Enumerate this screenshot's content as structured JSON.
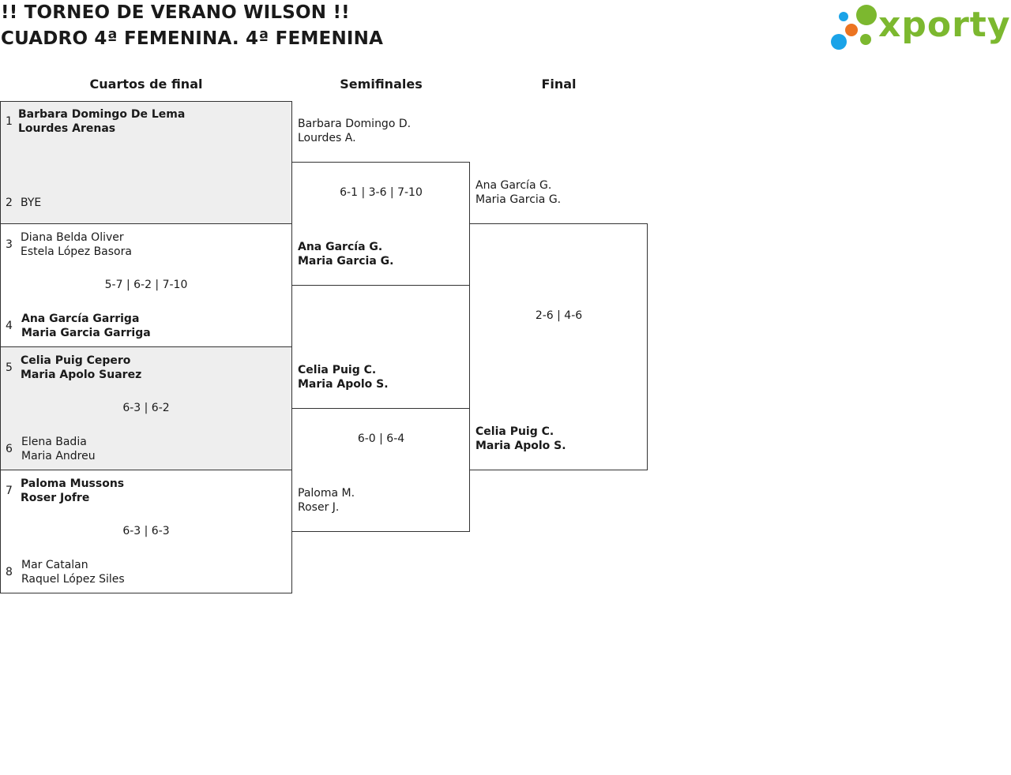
{
  "header": {
    "title_line1": "!! TORNEO DE VERANO WILSON !!",
    "title_line2": "CUADRO 4ª FEMENINA. 4ª FEMENINA"
  },
  "logo": {
    "text": "xporty",
    "colors": {
      "text": "#7cb82f",
      "dot_blue": "#1aa3e8",
      "dot_orange": "#ec7421",
      "dot_green": "#7cb82f"
    }
  },
  "rounds": [
    "Cuartos de final",
    "Semifinales",
    "Final"
  ],
  "quarterfinals": [
    {
      "slots": [
        {
          "seed": "1",
          "players": [
            "Barbara Domingo De Lema",
            "Lourdes Arenas"
          ],
          "winner": true
        },
        {
          "seed": "2",
          "players": [
            "BYE"
          ],
          "winner": false
        }
      ],
      "score": "",
      "shaded": true
    },
    {
      "slots": [
        {
          "seed": "3",
          "players": [
            "Diana Belda Oliver",
            "Estela López Basora"
          ],
          "winner": false
        },
        {
          "seed": "4",
          "players": [
            "Ana García Garriga",
            "Maria Garcia Garriga"
          ],
          "winner": true
        }
      ],
      "score": "5-7 | 6-2 | 7-10",
      "shaded": false
    },
    {
      "slots": [
        {
          "seed": "5",
          "players": [
            "Celia Puig Cepero",
            "Maria Apolo Suarez"
          ],
          "winner": true
        },
        {
          "seed": "6",
          "players": [
            "Elena Badia",
            "Maria Andreu"
          ],
          "winner": false
        }
      ],
      "score": "6-3 | 6-2",
      "shaded": true
    },
    {
      "slots": [
        {
          "seed": "7",
          "players": [
            "Paloma Mussons",
            "Roser Jofre"
          ],
          "winner": true
        },
        {
          "seed": "8",
          "players": [
            "Mar Catalan",
            "Raquel López Siles"
          ],
          "winner": false
        }
      ],
      "score": "6-3 | 6-3",
      "shaded": false
    }
  ],
  "semifinals": [
    {
      "top": {
        "players": [
          "Barbara Domingo D.",
          "Lourdes A."
        ],
        "winner": false
      },
      "bottom": {
        "players": [
          "Ana García G.",
          "Maria Garcia G."
        ],
        "winner": true
      },
      "score": "6-1 | 3-6 | 7-10"
    },
    {
      "top": {
        "players": [
          "Celia Puig C.",
          "Maria Apolo S."
        ],
        "winner": true
      },
      "bottom": {
        "players": [
          "Paloma M.",
          "Roser J."
        ],
        "winner": false
      },
      "score": "6-0 | 6-4"
    }
  ],
  "final": {
    "top": {
      "players": [
        "Ana García G.",
        "Maria Garcia G."
      ],
      "winner": false
    },
    "bottom": {
      "players": [
        "Celia Puig C.",
        "Maria Apolo S."
      ],
      "winner": true
    },
    "score": "2-6 | 4-6"
  }
}
